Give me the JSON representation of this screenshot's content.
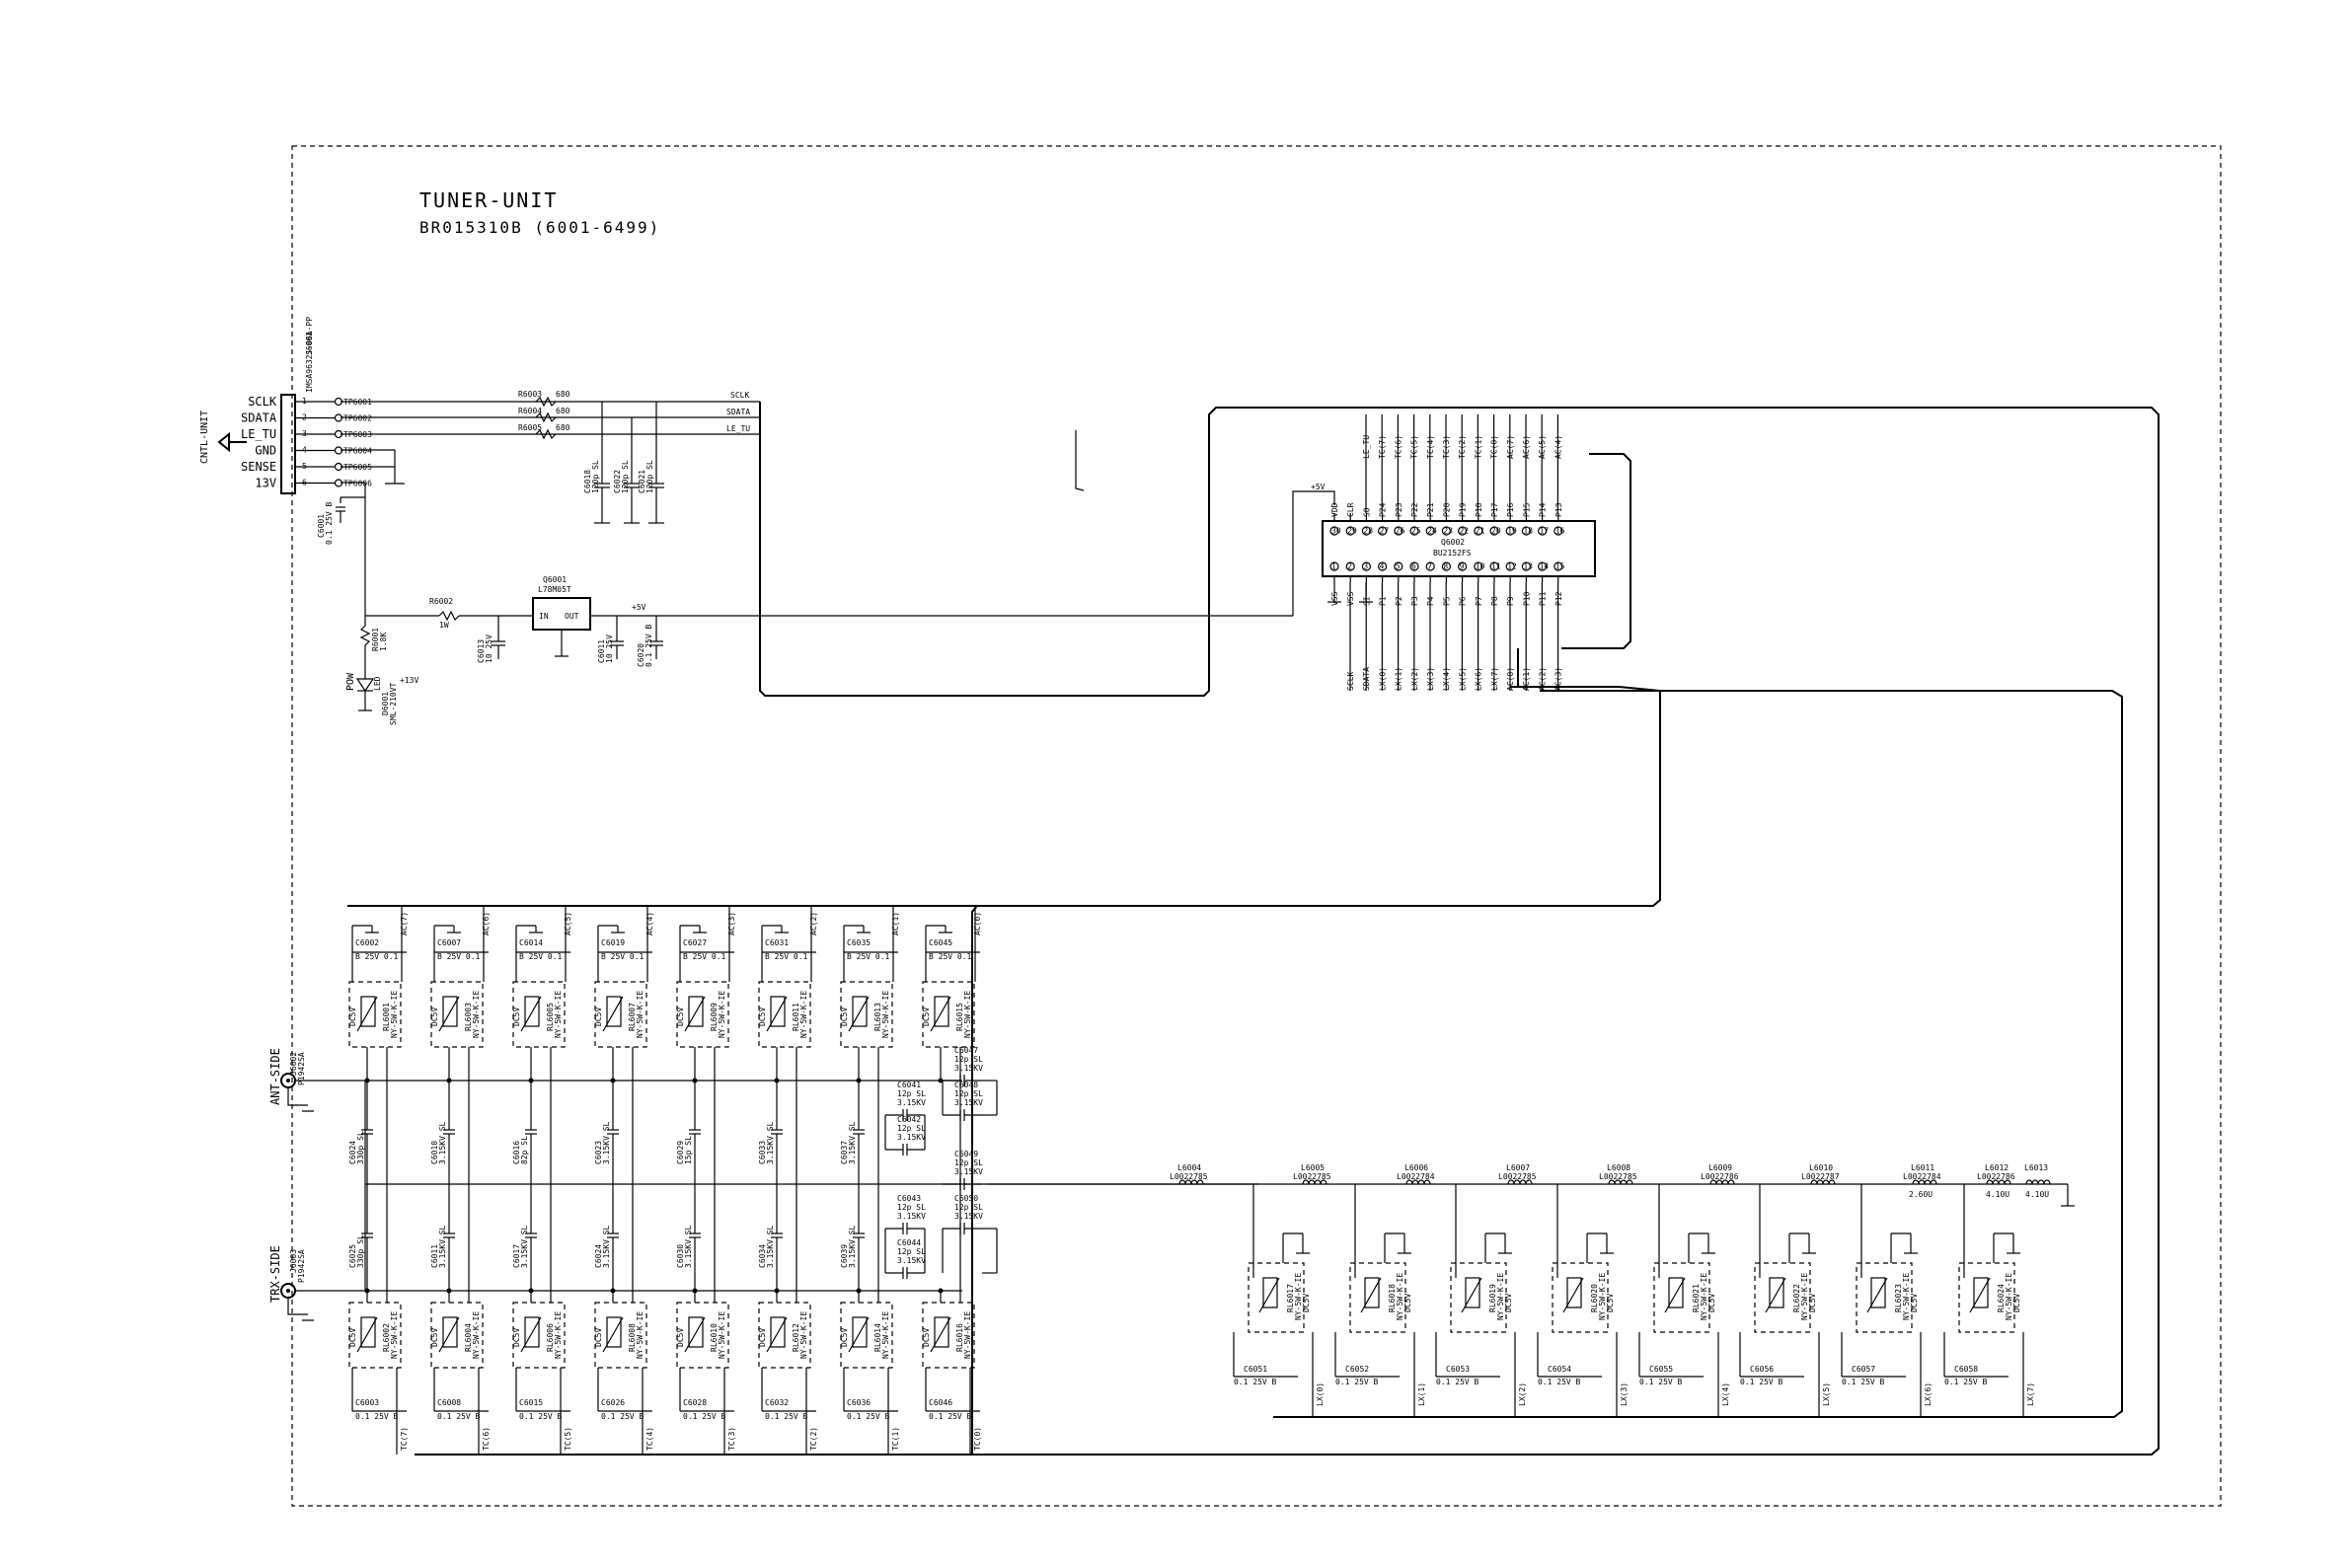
{
  "title": {
    "name": "TUNER-UNIT",
    "board": "BR015310B (6001-6499)"
  },
  "connector": {
    "ref": "J6001",
    "part": "IMSA9632S-06A-PP",
    "cable": "CNTL-UNIT",
    "pins": [
      "SCLK",
      "SDATA",
      "LE_TU",
      "GND",
      "SENSE",
      "13V"
    ],
    "pin_numbers": [
      "1",
      "2",
      "3",
      "4",
      "5",
      "6"
    ],
    "testpoints": [
      "TP6001",
      "TP6002",
      "TP6003",
      "TP6004",
      "TP6005",
      "TP6006"
    ]
  },
  "resistors": {
    "r1": {
      "ref": "R6003",
      "value": "680"
    },
    "r2": {
      "ref": "R6004",
      "value": "680"
    },
    "r3": {
      "ref": "R6005",
      "value": "680"
    },
    "r4": {
      "ref": "R6002",
      "value": "1W"
    },
    "r5": {
      "ref": "R6001",
      "value": "1.8K"
    }
  },
  "bus_labels": {
    "sclk": "SCLK",
    "sdata": "SDATA",
    "le": "LE_TU"
  },
  "caps_top": [
    {
      "ref": "C6018",
      "value": "120p SL"
    },
    {
      "ref": "C6022",
      "value": "120p SL"
    },
    {
      "ref": "C6021",
      "value": "120p SL"
    }
  ],
  "cap_input": {
    "ref": "C6001",
    "value": "0.1 25V B"
  },
  "regulator": {
    "ref": "Q6001",
    "part": "L78M05T",
    "in": "IN",
    "out": "OUT",
    "rail": "+5V"
  },
  "reg_caps": [
    {
      "ref": "C6013",
      "value": "10 25V"
    },
    {
      "ref": "C6011",
      "value": "10 25V"
    },
    {
      "ref": "C6020",
      "value": "0.1 25V B"
    }
  ],
  "led": {
    "ref": "D6001",
    "part": "SML-210VT",
    "label": "POW",
    "sub": "LED",
    "rail": "+13V"
  },
  "ic": {
    "ref": "Q6002",
    "part": "BU2152FS",
    "vdd_label": "+5V",
    "top_pins": [
      "VDD",
      "CLR",
      "SO",
      "P24",
      "P23",
      "P22",
      "P21",
      "P20",
      "P19",
      "P18",
      "P17",
      "P16",
      "P15",
      "P14",
      "P13"
    ],
    "top_nums": [
      "30",
      "29",
      "28",
      "27",
      "26",
      "25",
      "24",
      "23",
      "22",
      "21",
      "20",
      "19",
      "18",
      "17",
      "16"
    ],
    "bot_pins": [
      "VSS",
      "VSS",
      "SI",
      "P1",
      "P2",
      "P3",
      "P4",
      "P5",
      "P6",
      "P7",
      "P8",
      "P9",
      "P10",
      "P11",
      "P12"
    ],
    "bot_nums": [
      "1",
      "2",
      "3",
      "4",
      "5",
      "6",
      "7",
      "8",
      "9",
      "10",
      "11",
      "12",
      "13",
      "14",
      "15"
    ],
    "top_nets": [
      "LE_TU",
      "TC(7)",
      "TC(6)",
      "TC(5)",
      "TC(4)",
      "TC(3)",
      "TC(2)",
      "TC(1)",
      "TC(0)",
      "AC(7)",
      "AC(6)",
      "AC(5)",
      "AC(4)"
    ],
    "bot_nets": [
      "SCLK",
      "SDATA",
      "LX(0)",
      "LX(1)",
      "LX(2)",
      "LX(3)",
      "LX(4)",
      "LX(5)",
      "LX(6)",
      "LX(7)",
      "AC(0)",
      "AC(1)",
      "AC(2)",
      "AC(3)"
    ]
  },
  "rf": {
    "ant_label": "ANT-SIDE",
    "trx_label": "TRX-SIDE",
    "ant_jack": {
      "ref": "J6002",
      "part": "P1942SA"
    },
    "trx_jack": {
      "ref": "J6003",
      "part": "P1942SA"
    },
    "relay_type": "NY-5W-K-IE",
    "relay_v": "DC5V",
    "top_relays": [
      "RL6001",
      "RL6003",
      "RL6005",
      "RL6007",
      "RL6009",
      "RL6011",
      "RL6013",
      "RL6015"
    ],
    "bot_relays": [
      "RL6002",
      "RL6004",
      "RL6006",
      "RL6008",
      "RL6010",
      "RL6012",
      "RL6014",
      "RL6016"
    ],
    "top_nets": [
      "AC(7)",
      "AC(6)",
      "AC(5)",
      "AC(4)",
      "AC(3)",
      "AC(2)",
      "AC(1)",
      "AC(0)"
    ],
    "bot_nets": [
      "TC(7)",
      "TC(6)",
      "TC(5)",
      "TC(4)",
      "TC(3)",
      "TC(2)",
      "TC(1)",
      "TC(0)"
    ],
    "top_caps": [
      "C6002",
      "C6007",
      "C6014",
      "C6019",
      "C6027",
      "C6031",
      "C6035",
      "C6045"
    ],
    "top_cap_val": "B 25V 0.1",
    "bot_caps": [
      "C6003",
      "C6008",
      "C6015",
      "C6026",
      "C6028",
      "C6032",
      "C6036",
      "C6046"
    ],
    "bot_cap_val": "0.1 25V B",
    "ant_shunts": [
      {
        "ref": "C6024",
        "value": "330p SL"
      },
      {
        "ref": "C6010",
        "value": "3.15KV SL"
      },
      {
        "ref": "C6016",
        "value": "82p SL"
      },
      {
        "ref": "C6023",
        "value": "3.15KV SL"
      },
      {
        "ref": "C6029",
        "value": "15p SL"
      },
      {
        "ref": "C6033",
        "value": "3.15KV SL"
      },
      {
        "ref": "C6037",
        "value": "3.15KV SL"
      }
    ],
    "trx_shunts": [
      {
        "ref": "C6025",
        "value": "330p SL"
      },
      {
        "ref": "C6011",
        "value": "3.15KV SL"
      },
      {
        "ref": "C6017",
        "value": "3.15KV SL"
      },
      {
        "ref": "C6024",
        "value": "3.15KV SL"
      },
      {
        "ref": "C6030",
        "value": "3.15KV SL"
      },
      {
        "ref": "C6034",
        "value": "3.15KV SL"
      },
      {
        "ref": "C6039",
        "value": "3.15KV SL"
      }
    ],
    "series_caps": [
      {
        "ref": "C6047",
        "value": "12p SL 3.15KV"
      },
      {
        "ref": "C6041",
        "value": "12p SL 3.15KV"
      },
      {
        "ref": "C6048",
        "value": "12p SL 3.15KV"
      },
      {
        "ref": "C6042",
        "value": "12p SL 3.15KV"
      },
      {
        "ref": "C6049",
        "value": "12p SL 3.15KV"
      },
      {
        "ref": "C6043",
        "value": "12p SL 3.15KV"
      },
      {
        "ref": "C6050",
        "value": "12p SL 3.15KV"
      },
      {
        "ref": "C6044",
        "value": "12p SL 3.15KV"
      }
    ]
  },
  "inductors": [
    {
      "ref": "L6004",
      "value": "L0022785"
    },
    {
      "ref": "L6005",
      "value": "L0022785"
    },
    {
      "ref": "L6006",
      "value": "L0022784"
    },
    {
      "ref": "L6007",
      "value": "L0022785"
    },
    {
      "ref": "L6008",
      "value": "L0022785"
    },
    {
      "ref": "L6009",
      "value": "L0022786"
    },
    {
      "ref": "L6010",
      "value": "L0022787"
    },
    {
      "ref": "L6011",
      "value": "L0022784"
    },
    {
      "ref": "L6012",
      "value": "L0022786"
    },
    {
      "ref": "L6013",
      "value": "4.10U"
    }
  ],
  "ind_extra": [
    "2.60U",
    "4.10U",
    "4.10U"
  ],
  "lx_relays": [
    "RL6017",
    "RL6018",
    "RL6019",
    "RL6020",
    "RL6021",
    "RL6022",
    "RL6023",
    "RL6024"
  ],
  "lx_nets": [
    "LX(0)",
    "LX(1)",
    "LX(2)",
    "LX(3)",
    "LX(4)",
    "LX(5)",
    "LX(6)",
    "LX(7)"
  ],
  "lx_caps": [
    "C6051",
    "C6052",
    "C6053",
    "C6054",
    "C6055",
    "C6056",
    "C6057",
    "C6058"
  ],
  "lx_cap_val": "0.1 25V B"
}
